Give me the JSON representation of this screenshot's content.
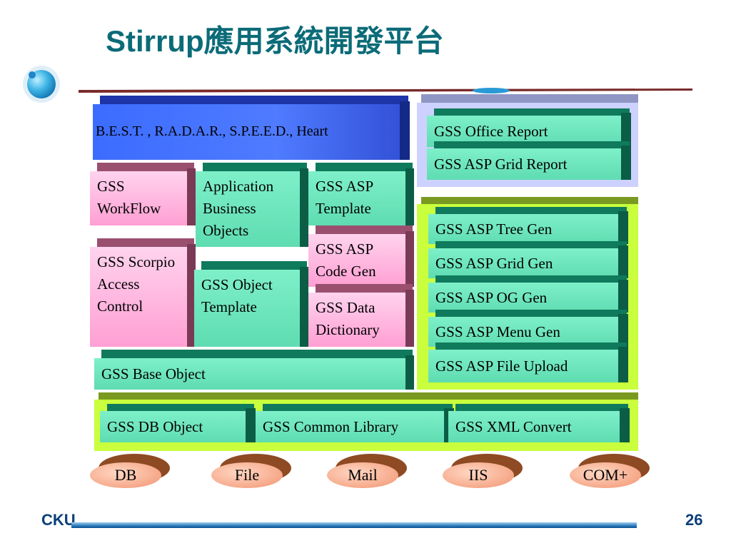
{
  "title": "Stirrup應用系統開發平台",
  "top_banner": "B.E.S.T. , R.A.D.A.R., S.P.E.E.D., Heart",
  "report_modules": [
    "GSS Office Report",
    "GSS ASP Grid Report"
  ],
  "left_modules": {
    "workflow": "GSS WorkFlow",
    "business_objects": "Application Business Objects",
    "asp_template": "GSS ASP Template",
    "scorpio": "GSS Scorpio Access Control",
    "object_template": "GSS  Object Template",
    "code_gen": "GSS ASP Code Gen",
    "data_dictionary": "GSS Data Dictionary",
    "base_object": "GSS Base Object"
  },
  "generators": [
    "GSS ASP Tree Gen",
    "GSS ASP Grid Gen",
    "GSS ASP OG Gen",
    "GSS ASP Menu Gen",
    "GSS ASP File Upload"
  ],
  "library_layer": [
    "GSS DB Object",
    "GSS Common Library",
    "GSS XML Convert"
  ],
  "resources": [
    "DB",
    "File",
    "Mail",
    "IIS",
    "COM+"
  ],
  "footer": {
    "brand": "CKU",
    "page": "26"
  }
}
